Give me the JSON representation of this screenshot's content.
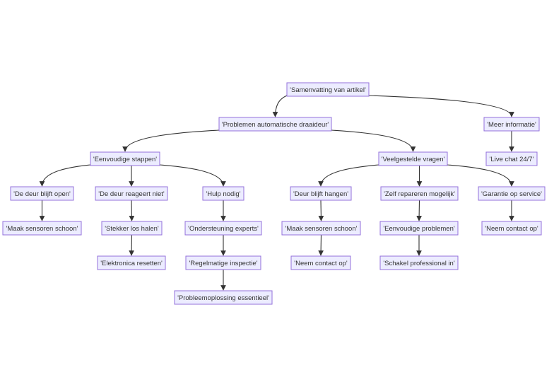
{
  "diagram": {
    "nodes": [
      {
        "id": "root",
        "label": "'Samenvatting van artikel'"
      },
      {
        "id": "problemen",
        "label": "'Problemen automatische draaideur'"
      },
      {
        "id": "meer",
        "label": "'Meer informatie'"
      },
      {
        "id": "livechat",
        "label": "'Live chat 24/7'"
      },
      {
        "id": "eenvoudig",
        "label": "'Eenvoudige stappen'"
      },
      {
        "id": "veelgesteld",
        "label": "'Veelgestelde vragen'"
      },
      {
        "id": "deuropen",
        "label": "'De deur blijft open'"
      },
      {
        "id": "reageert",
        "label": "'De deur reageert niet'"
      },
      {
        "id": "hulp",
        "label": "'Hulp nodig'"
      },
      {
        "id": "hangen",
        "label": "'Deur blijft hangen'"
      },
      {
        "id": "zelf",
        "label": "'Zelf repareren mogelijk'"
      },
      {
        "id": "garantie",
        "label": "'Garantie op service'"
      },
      {
        "id": "sensoren1",
        "label": "'Maak sensoren schoon'"
      },
      {
        "id": "stekker",
        "label": "'Stekker los halen'"
      },
      {
        "id": "ondersteuning",
        "label": "'Ondersteuning experts'"
      },
      {
        "id": "sensoren2",
        "label": "'Maak sensoren schoon'"
      },
      {
        "id": "eenvprob",
        "label": "'Eenvoudige problemen'"
      },
      {
        "id": "contact1",
        "label": "'Neem contact op'"
      },
      {
        "id": "elektronica",
        "label": "'Elektronica resetten'"
      },
      {
        "id": "inspectie",
        "label": "'Regelmatige inspectie'"
      },
      {
        "id": "contact2",
        "label": "'Neem contact op'"
      },
      {
        "id": "schakel",
        "label": "'Schakel professional in'"
      },
      {
        "id": "probleemoplossing",
        "label": "'Probleemoplossing essentieel'"
      }
    ],
    "edges": [
      [
        "root",
        "problemen"
      ],
      [
        "root",
        "meer"
      ],
      [
        "meer",
        "livechat"
      ],
      [
        "problemen",
        "eenvoudig"
      ],
      [
        "problemen",
        "veelgesteld"
      ],
      [
        "eenvoudig",
        "deuropen"
      ],
      [
        "eenvoudig",
        "reageert"
      ],
      [
        "eenvoudig",
        "hulp"
      ],
      [
        "veelgesteld",
        "hangen"
      ],
      [
        "veelgesteld",
        "zelf"
      ],
      [
        "veelgesteld",
        "garantie"
      ],
      [
        "deuropen",
        "sensoren1"
      ],
      [
        "reageert",
        "stekker"
      ],
      [
        "stekker",
        "elektronica"
      ],
      [
        "hulp",
        "ondersteuning"
      ],
      [
        "ondersteuning",
        "inspectie"
      ],
      [
        "inspectie",
        "probleemoplossing"
      ],
      [
        "hangen",
        "sensoren2"
      ],
      [
        "sensoren2",
        "contact2"
      ],
      [
        "zelf",
        "eenvprob"
      ],
      [
        "eenvprob",
        "schakel"
      ],
      [
        "garantie",
        "contact1"
      ]
    ],
    "colors": {
      "node_fill": "#ECECFF",
      "node_border": "#9370DB",
      "edge": "#333333",
      "text": "#333333"
    }
  }
}
